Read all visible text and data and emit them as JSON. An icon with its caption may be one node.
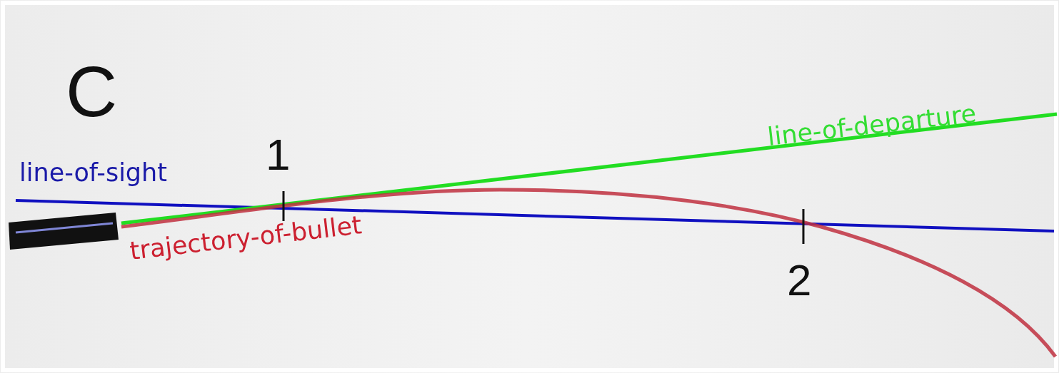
{
  "diagram": {
    "labels": [
      "C",
      "1",
      "line-of-departure",
      "line-of-sight",
      "trajectory-of-bullet",
      "2"
    ]
  }
}
